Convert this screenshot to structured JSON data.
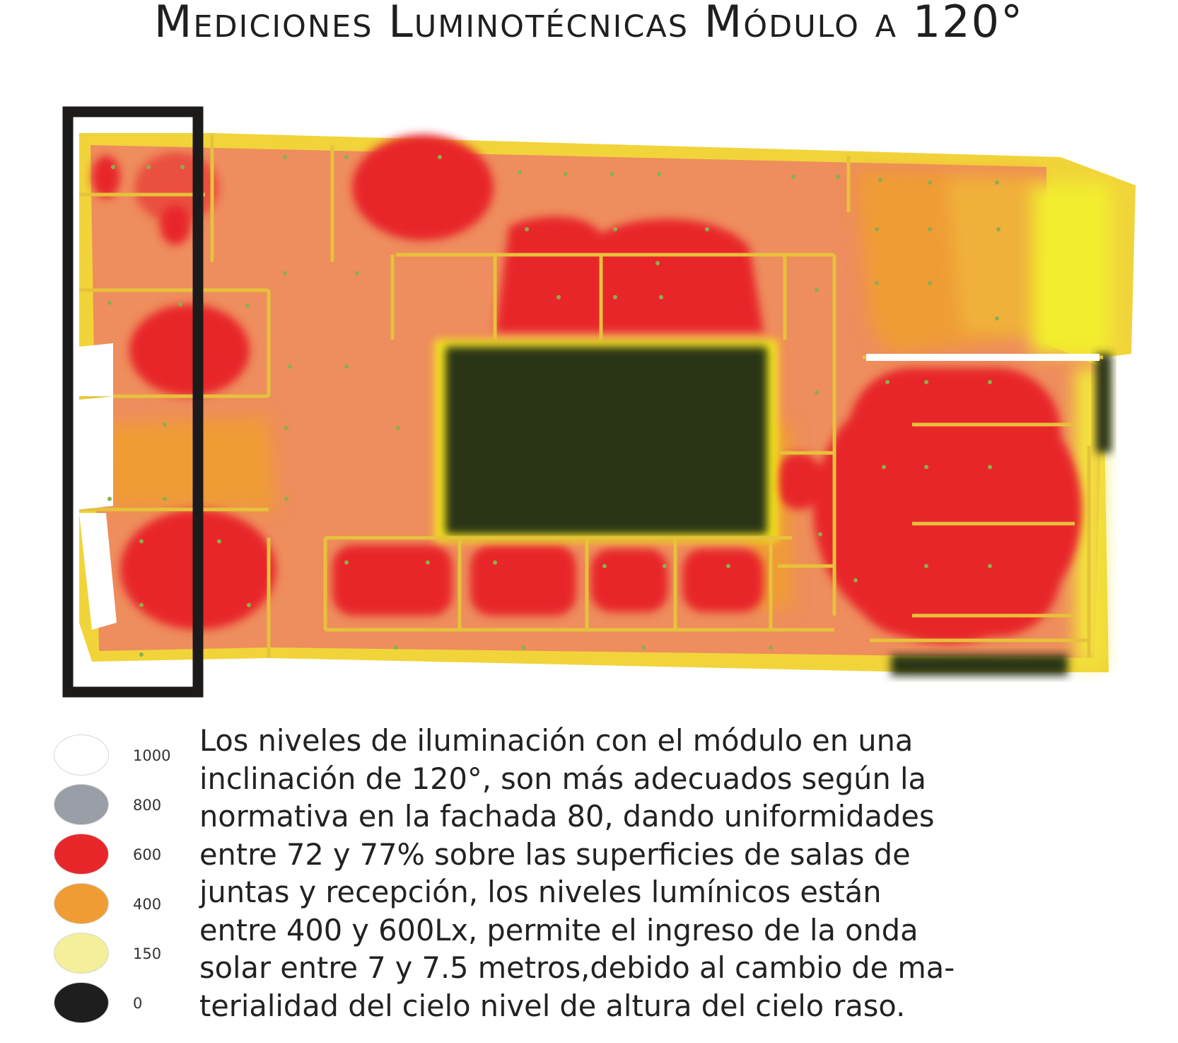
{
  "title": "Mediciones Luminotécnicas Módulo a 120°",
  "colors": {
    "level_1000": "#ffffff",
    "level_800": "#9a9ea6",
    "level_600": "#e8272b",
    "level_400": "#ef9c35",
    "level_150": "#f3ef9a",
    "level_0": "#1e1e1e",
    "salmon_floor": "#ee8c5c",
    "yellow_edge": "#f5e81c",
    "dark_core": "#2a3413",
    "highlight_frame": "#1d1a1a"
  },
  "legend": [
    {
      "value": "1000",
      "color_key": "level_1000"
    },
    {
      "value": "800",
      "color_key": "level_800"
    },
    {
      "value": "600",
      "color_key": "level_600"
    },
    {
      "value": "400",
      "color_key": "level_400"
    },
    {
      "value": "150",
      "color_key": "level_150"
    },
    {
      "value": "0",
      "color_key": "level_0"
    }
  ],
  "description_lines": [
    "Los niveles de iluminación con el módulo en una",
    "inclinación de 120°, son más adecuados según la",
    "normativa en la fachada 80, dando uniformidades",
    "entre 72 y 77% sobre las superficies de salas de",
    "juntas y recepción, los  niveles lumínicos están",
    "entre 400 y 600Lx, permite  el ingreso de la onda",
    "solar entre 7 y 7.5 metros,debido al cambio de ma-",
    "terialidad del cielo nivel de altura del cielo raso."
  ]
}
